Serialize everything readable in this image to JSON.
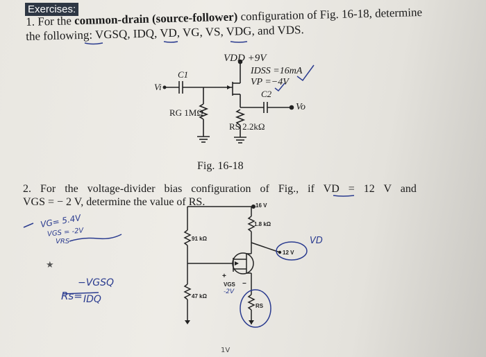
{
  "header": {
    "badge": "Exercises:"
  },
  "question1": {
    "line1_prefix": "1. For the ",
    "line1_bold": "common-drain (source-follower)",
    "line1_suffix": " configuration of Fig. 16-18, determine",
    "line2_prefix": "the following: ",
    "quantities": [
      "VGSQ",
      "IDQ",
      "VD",
      "VG",
      "VS",
      "VDG",
      "VDS"
    ],
    "line2_sep": ", ",
    "line2_and": "and "
  },
  "figure1": {
    "vdd": "VDD +9V",
    "idss": "IDSS =16mA",
    "vp": "VP =−4V",
    "c1": "C1",
    "c2": "C2",
    "vi": "Vi",
    "vo": "Vo",
    "rg": "RG 1MΩ",
    "rs": "RS 2.2kΩ",
    "caption": "Fig. 16-18"
  },
  "question2": {
    "line1_prefix": "2. For the voltage-divider bias configuration of Fig., if ",
    "line1_vd": "VD",
    "line1_suffix": " = 12 V and",
    "line2": "VGS = − 2 V, determine the value of RS."
  },
  "figure2": {
    "supply": "16 V",
    "rd": "1.8 kΩ",
    "vd_node": "12 V",
    "r1": "91 kΩ",
    "r2": "47 kΩ",
    "plus": "+",
    "vgs": "VGS",
    "minus": "−",
    "rs": "RS"
  },
  "handwriting": {
    "vg": "VG= 5.4V",
    "vgs": "VGS = -2V",
    "vrs": "VRS",
    "star": "★",
    "rs_lhs": "Rs=",
    "numerator": "−VGSQ",
    "denominator": "IDQ",
    "vd_callout": "VD",
    "neg2": "-2V",
    "bottom": "1V"
  },
  "colors": {
    "ink": "#1b1b1b",
    "pen": "#2a3b8f",
    "badge_bg": "#2e3744"
  }
}
